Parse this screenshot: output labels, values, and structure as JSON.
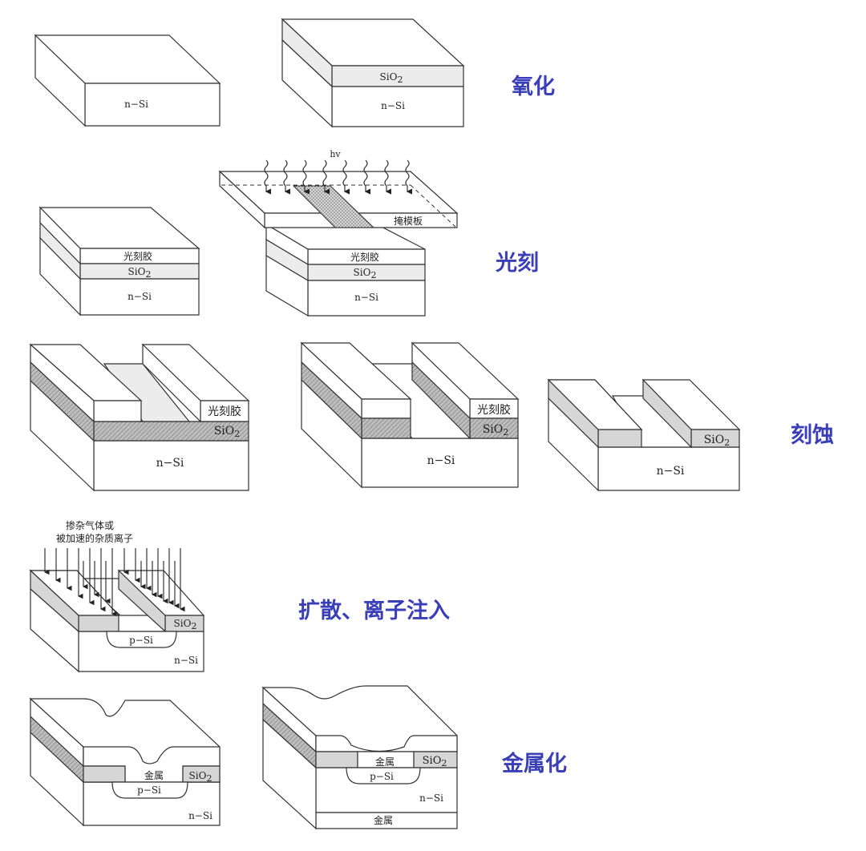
{
  "colors": {
    "step_label": "#3a3fb8",
    "oxide_fill": "#d6d6d6"
  },
  "steps": {
    "oxidation": "氧化",
    "lithography": "光刻",
    "etching": "刻蚀",
    "diffusion": "扩散、离子注入",
    "metallization": "金属化"
  },
  "materials": {
    "n_si": "n−Si",
    "p_si": "p−Si",
    "sio2_main": "SiO",
    "sio2_sub": "2",
    "photoresist": "光刻胶",
    "mask": "掩模板",
    "light": "hv",
    "metal": "金属"
  },
  "dopant": {
    "line1": "掺杂气体或",
    "line2": "被加速的杂质离子"
  }
}
